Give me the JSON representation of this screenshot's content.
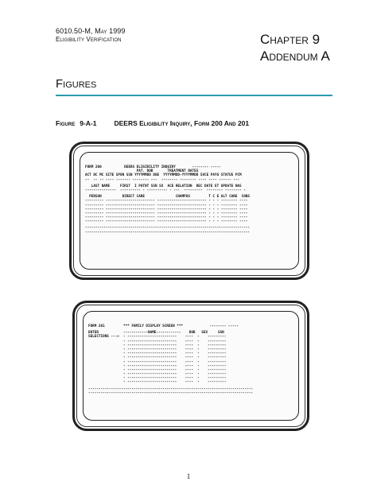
{
  "header": {
    "doc_id": "6010.50-M, May 1999",
    "doc_sub": "Eligibility Verification",
    "chapter": "Chapter 9",
    "addendum": "Addendum A"
  },
  "section_title": "Figures",
  "figure": {
    "label": "Figure",
    "number": "9-A-1",
    "title": "DEERS Eligibility Inquiry, Form 200 And 201"
  },
  "screen1": {
    "lines": [
      "FORM 200           DEERS ELIGIBILITY INQUIRY        -------- -----",
      "                         PAT. DOB       TREATMENT DATES",
      "ACT DC MC SITE SPON SSN YYYYMMDD DOE  YYYYMMDD-YYYYMMDD SVCE PAYG STATUS PCM",
      "--  -- -- ---- ------- -------- ---  -------- -------- ---- ---- ------ ---",
      "",
      "   LAST NAME     FIRST  I PATNT SSN SX  ACE RELATION  REC DATE ET UPDATE NAS",
      "---------------  ---------- - ---------- - ---  ---------  -------- -------- -",
      "",
      "  PERSON          DIRECT CARE               CHAMPUS         T C E ALT CARE  CONS",
      "--------- ------------------------ ------------------------ - - - -------- ----",
      "--------- ------------------------ ------------------------ - - - -------- ----",
      "--------- ------------------------ ------------------------ - - - -------- ----",
      "--------- ------------------------ ------------------------ - - - -------- ----",
      "--------- ------------------------ ------------------------ - - - -------- ----",
      "--------- ------------------------ ------------------------ - - - -------- ----",
      "",
      "--------------------------------------------------------------------------------",
      "--------------------------------------------------------------------------------"
    ]
  },
  "screen2": {
    "lines": [
      "FORM 201         *** FAMILY DISPLAY SCREEN ***             -------- -----",
      "",
      "ENTER            ------------NAME------------    DOB   SEX     SSN",
      "SELECTIONS --->  - ------------------------    ----  -    ---------",
      "                 - ------------------------    ----  -    ---------",
      "                 - ------------------------    ----  -    ---------",
      "                 - ------------------------    ----  -    ---------",
      "                 - ------------------------    ----  -    ---------",
      "                 - ------------------------    ----  -    ---------",
      "                 - ------------------------    ----  -    ---------",
      "                 - ------------------------    ----  -    ---------",
      "                 - ------------------------    ----  -    ---------",
      "                 - ------------------------    ----  -    ---------",
      "                 - ------------------------    ----  -    ---------",
      "                 - ------------------------    ----  -    ---------",
      "",
      "--------------------------------------------------------------------------------",
      "--------------------------------------------------------------------------------"
    ]
  },
  "page_number": "1"
}
